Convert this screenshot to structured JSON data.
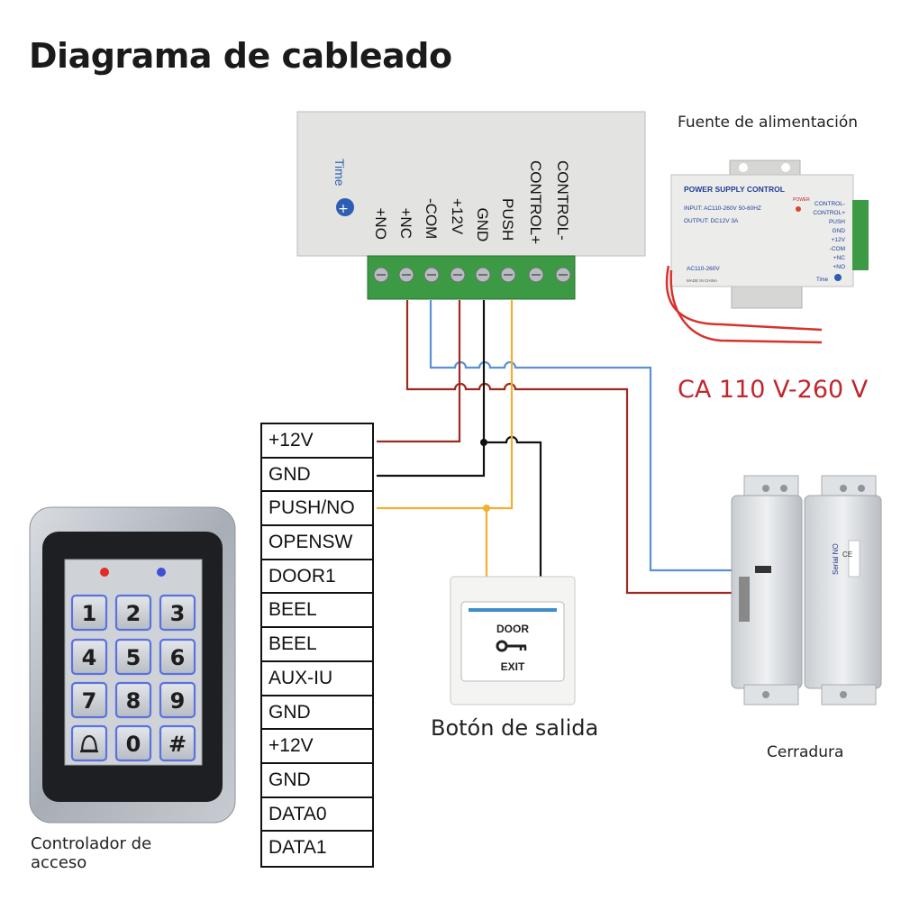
{
  "title": "Diagrama de cableado",
  "labels": {
    "power_supply": "Fuente de alimentación",
    "ac_input": "CA 110 V-260 V",
    "exit_button": "Botón de salida",
    "lock": "Cerradura",
    "controller": "Controlador de acceso"
  },
  "psu_terminals": [
    "+NO",
    "+NC",
    "-COM",
    "+12V",
    "GND",
    "PUSH",
    "CONTROL+",
    "CONTROL-"
  ],
  "psu_time_label": "Time",
  "psu_small": {
    "header": "POWER SUPPLY CONTROL",
    "input": "INPUT: AC110-260V 50-60HZ",
    "output": "OUTPUT: DC12V  3A",
    "power": "POWER",
    "terminals": [
      "CONTROL-",
      "CONTROL+",
      "PUSH",
      "GND",
      "+12V",
      "-COM",
      "+NC",
      "+NO"
    ],
    "voltage": "AC110-260V",
    "made_in": "MADE IN CHINA",
    "time": "Time"
  },
  "controller_terminals": [
    "+12V",
    "GND",
    "PUSH/NO",
    "OPENSW",
    "DOOR1",
    "BEEL",
    "BEEL",
    "AUX-IU",
    "GND",
    "+12V",
    "GND",
    "DATA0",
    "DATA1"
  ],
  "keypad_keys": [
    "1",
    "2",
    "3",
    "4",
    "5",
    "6",
    "7",
    "8",
    "9",
    "bell",
    "0",
    "#"
  ],
  "exit_button_text": {
    "top": "DOOR",
    "bottom": "EXIT"
  },
  "lock_text": {
    "serial": "Serial NO",
    "ce": "CE"
  },
  "colors": {
    "red_wire": "#9c2a20",
    "blue_wire": "#5b8fd6",
    "black_wire": "#111111",
    "yellow_wire": "#f0b030",
    "ac_text": "#c0262d",
    "terminal_green": "#3c9a44"
  }
}
